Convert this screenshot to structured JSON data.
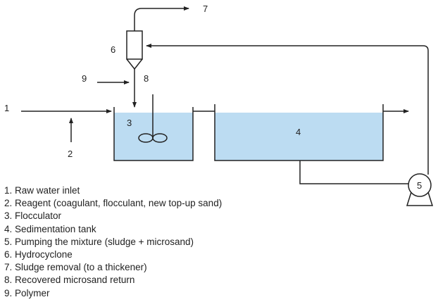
{
  "diagram": {
    "callouts": {
      "n1": "1",
      "n2": "2",
      "n3": "3",
      "n4": "4",
      "n5": "5",
      "n6": "6",
      "n7": "7",
      "n8": "8",
      "n9": "9"
    },
    "legend": [
      "1. Raw water inlet",
      "2. Reagent (coagulant, flocculant, new top-up sand)",
      "3. Flocculator",
      "4. Sedimentation tank",
      "5. Pumping the mixture (sludge + microsand)",
      "6. Hydrocyclone",
      "7. Sludge removal (to a thickener)",
      "8. Recovered microsand return",
      "9. Polymer"
    ],
    "colors": {
      "water": "#bcdcf2",
      "line": "#222222"
    }
  }
}
